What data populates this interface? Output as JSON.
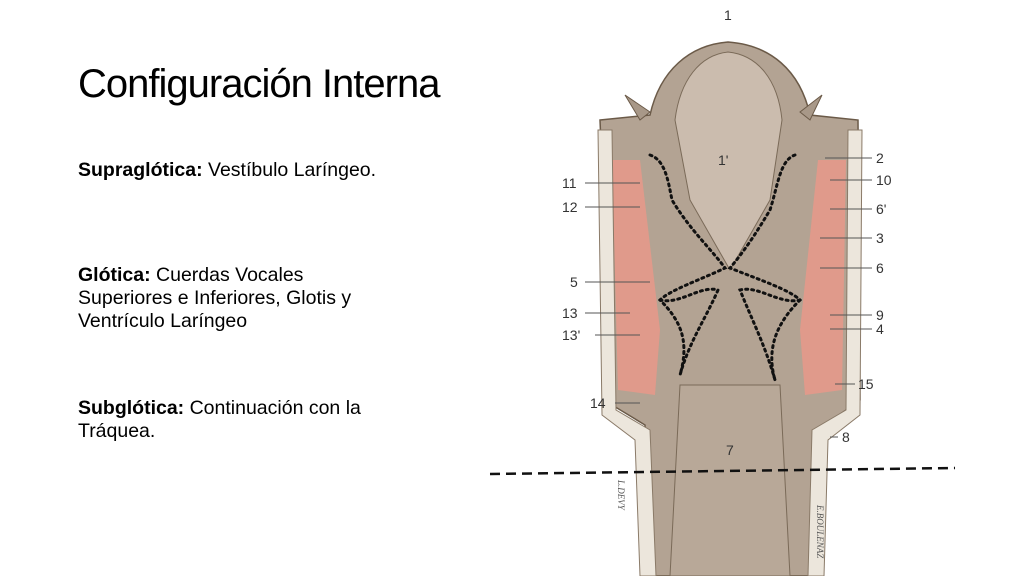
{
  "slide": {
    "title": "Configuración Interna",
    "sections": [
      {
        "heading": "Supraglótica:",
        "text": " Vestíbulo Laríngeo."
      },
      {
        "heading": "Glótica:",
        "text": " Cuerdas Vocales Superiores e Inferiores, Glotis y Ventrículo Laríngeo"
      },
      {
        "heading": "Subglótica:",
        "text": " Continuación con la Tráquea."
      }
    ]
  },
  "figure": {
    "labels": {
      "l1": "1",
      "l1p": "1'",
      "l2": "2",
      "l10": "10",
      "l6p": "6'",
      "l3": "3",
      "l6": "6",
      "l9": "9",
      "l4": "4",
      "l15": "15",
      "l8": "8",
      "l7": "7",
      "l11": "11",
      "l12": "12",
      "l5": "5",
      "l13": "13",
      "l13p": "13'",
      "l14": "14"
    },
    "signatures": {
      "left": "L.DEVY",
      "right": "E.BOULENAZ"
    },
    "colors": {
      "tissue": "#b3a393",
      "muscle": "#e8998a",
      "cartilage": "#ece6dc"
    }
  }
}
